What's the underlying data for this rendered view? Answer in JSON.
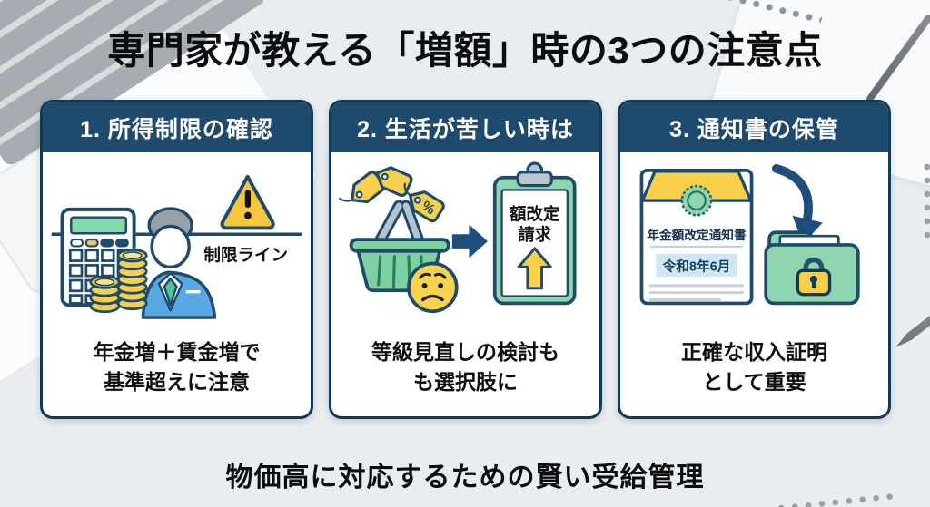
{
  "title": "専門家が教える「増額」時の3つの注意点",
  "footer": "物価高に対応するための賢い受給管理",
  "colors": {
    "background": "#e9edf0",
    "header_navy": "#1e4a6e",
    "card_border": "#123a54",
    "accent_yellow": "#f6cf4b",
    "accent_green": "#7fd0a0",
    "suit_blue": "#58a8e2",
    "arrow_navy": "#1d4e7e",
    "date_box_blue": "#cfe6f4"
  },
  "cards": [
    {
      "header": "1. 所得制限の確認",
      "art_label": "制限ライン",
      "caption_line1": "年金増＋賃金増で",
      "caption_line2": "基準超えに注意"
    },
    {
      "header": "2. 生活が苦しい時は",
      "tag_percent": "%",
      "clipboard_line1": "額改定",
      "clipboard_line2": "請求",
      "caption_line1": "等級見直しの検討も",
      "caption_line2": "も選択肢に"
    },
    {
      "header": "3. 通知書の保管",
      "doc_title": "年金額改定通知書",
      "doc_date": "令和8年6月",
      "caption_line1": "正確な収入証明",
      "caption_line2": "として重要"
    }
  ]
}
